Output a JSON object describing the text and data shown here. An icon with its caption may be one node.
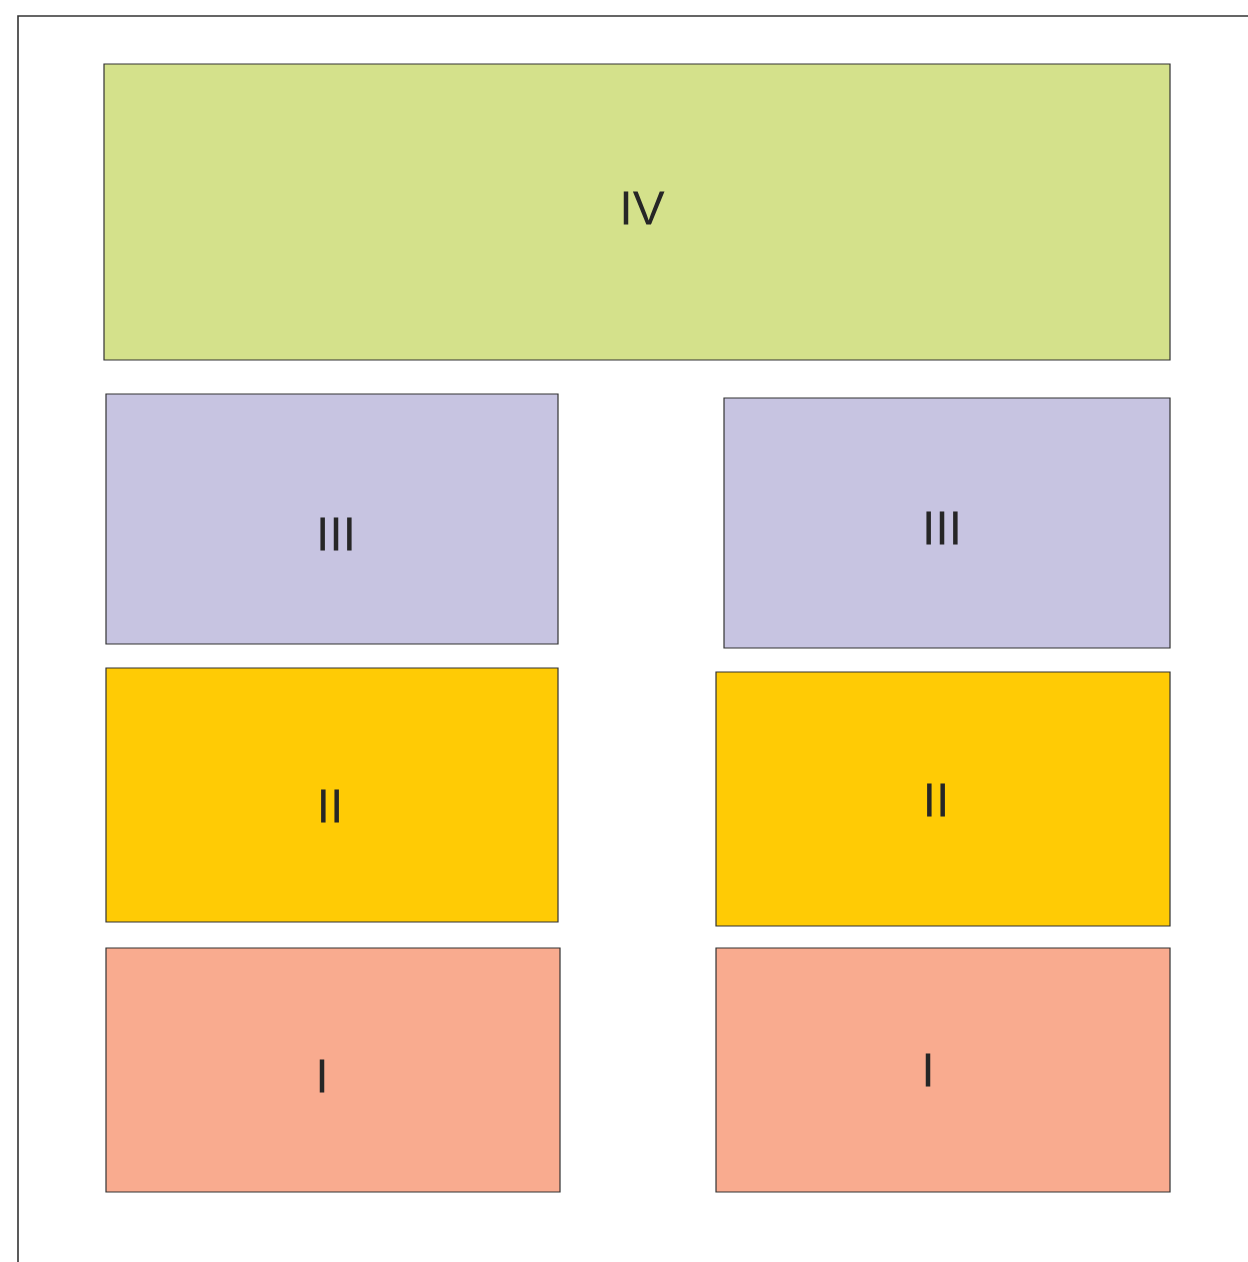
{
  "diagram": {
    "nodes": [
      {
        "text": [
          "IV"
        ]
      },
      {
        "text": [
          "III"
        ]
      },
      {
        "text": [
          "III"
        ]
      },
      {
        "text": [
          "II"
        ]
      },
      {
        "text": [
          "II"
        ]
      },
      {
        "text": [
          "I"
        ]
      },
      {
        "text": [
          "I"
        ]
      }
    ]
  }
}
